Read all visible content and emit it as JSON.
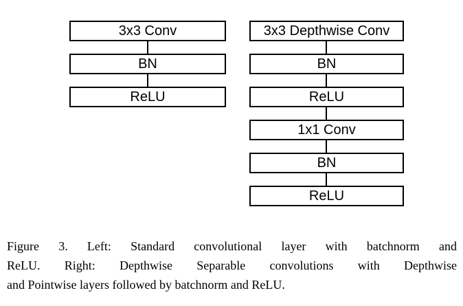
{
  "figure": {
    "left_column": {
      "boxes": [
        "3x3 Conv",
        "BN",
        "ReLU"
      ]
    },
    "right_column": {
      "boxes": [
        "3x3 Depthwise Conv",
        "BN",
        "ReLU",
        "1x1 Conv",
        "BN",
        "ReLU"
      ]
    },
    "caption_lines": [
      "Figure 3. Left: Standard convolutional layer with batchnorm and",
      "ReLU. Right: Depthwise Separable convolutions with Depthwise",
      "and Pointwise layers followed by batchnorm and ReLU."
    ],
    "colors": {
      "line": "#000000",
      "background": "#ffffff",
      "text": "#000000"
    }
  }
}
